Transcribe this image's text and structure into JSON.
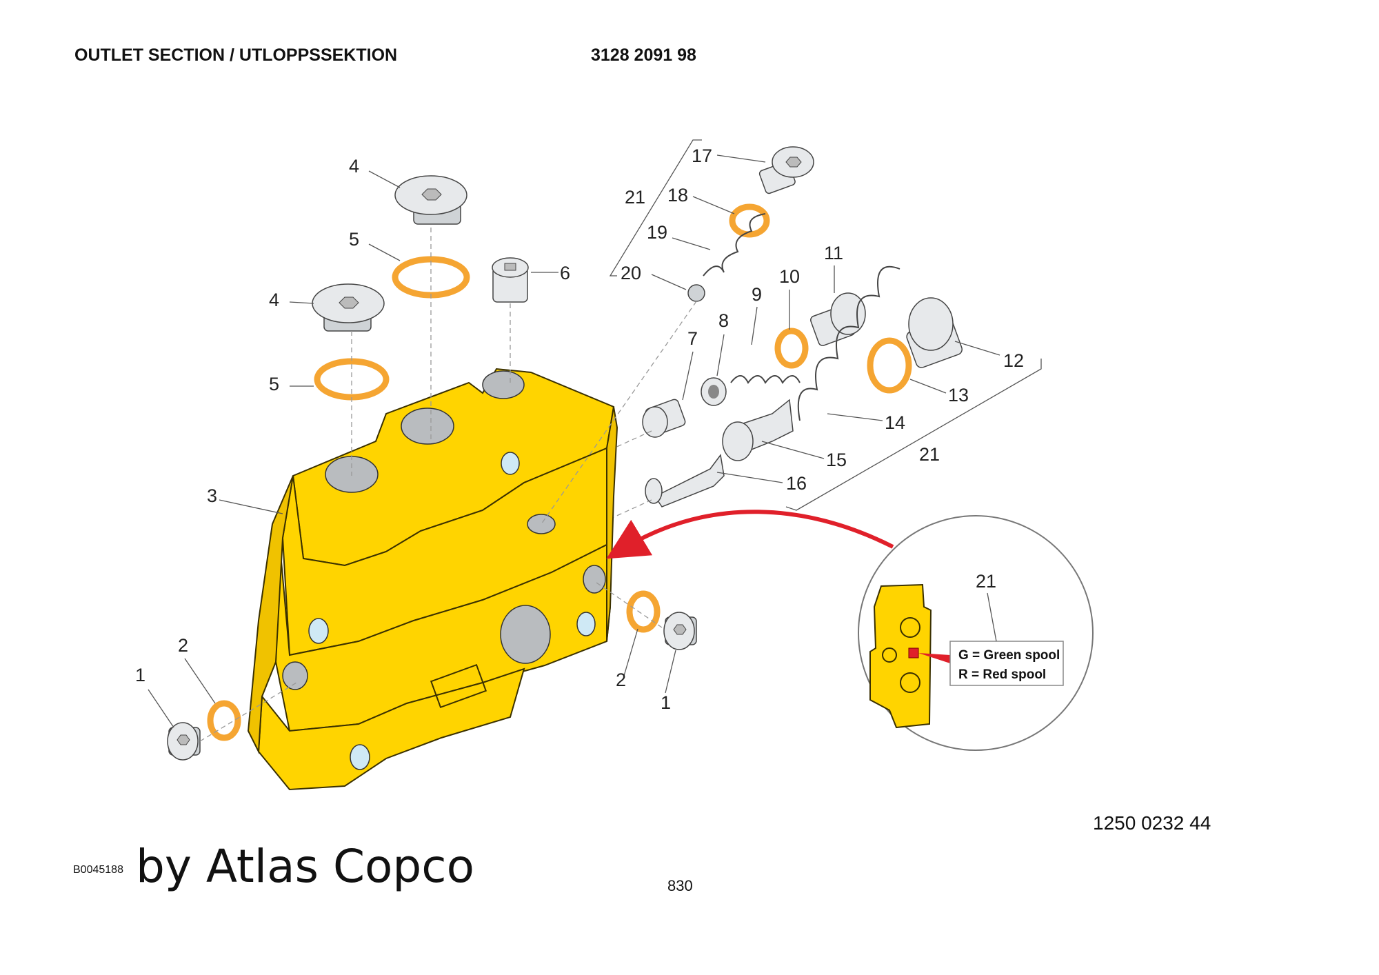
{
  "header": {
    "title": "OUTLET SECTION / UTLOPPSSEKTION",
    "part_number": "3128 2091 98"
  },
  "callouts": {
    "c1a": "1",
    "c1b": "1",
    "c2a": "2",
    "c2b": "2",
    "c3": "3",
    "c4a": "4",
    "c4b": "4",
    "c5a": "5",
    "c5b": "5",
    "c6": "6",
    "c7": "7",
    "c8": "8",
    "c9": "9",
    "c10": "10",
    "c11": "11",
    "c12": "12",
    "c13": "13",
    "c14": "14",
    "c15": "15",
    "c16": "16",
    "c17": "17",
    "c18": "18",
    "c19": "19",
    "c20": "20",
    "c21a": "21",
    "c21b": "21",
    "c21c": "21"
  },
  "detail": {
    "legend_green": "G = Green spool",
    "legend_red": "R = Red spool"
  },
  "footer": {
    "code": "1250 0232 44",
    "image_id": "B0045188",
    "brand": "by Atlas Copco",
    "page": "830"
  },
  "colors": {
    "body": "#ffd400",
    "seal": "#f5a532",
    "arrow": "#e0202a",
    "steel": "#cfd3d6"
  }
}
